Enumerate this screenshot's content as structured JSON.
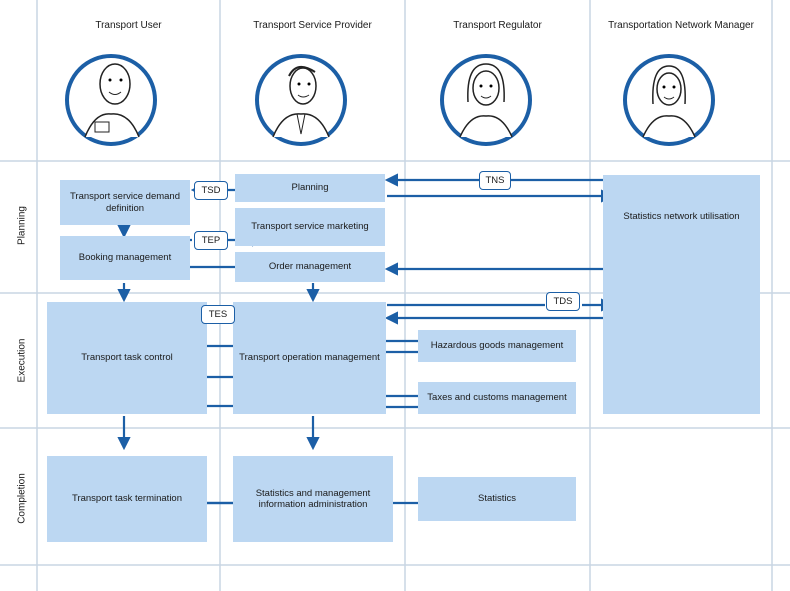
{
  "columns": [
    "Transport User",
    "Transport Service Provider",
    "Transport Regulator",
    "Transportation Network Manager"
  ],
  "rows": [
    "Planning",
    "Execution",
    "Completion"
  ],
  "boxes": {
    "demand_definition": "Transport service demand definition",
    "booking": "Booking management",
    "planning": "Planning",
    "marketing": "Transport service marketing",
    "order": "Order management",
    "statistics_network": "Statistics network utilisation",
    "task_control": "Transport task control",
    "operation": "Transport operation management",
    "hazardous": "Hazardous goods management",
    "taxes": "Taxes and customs management",
    "termination": "Transport task termination",
    "stats_admin": "Statistics and management information administration",
    "statistics": "Statistics"
  },
  "tags": {
    "tsd": "TSD",
    "tep": "TEP",
    "tns": "TNS",
    "tds": "TDS",
    "tes": "TES"
  },
  "colors": {
    "box": "#bcd7f2",
    "arrow": "#1c5fa6",
    "grid": "#c9d6e3"
  },
  "icons": [
    "transport-user-avatar",
    "service-provider-avatar",
    "regulator-avatar",
    "network-manager-avatar"
  ]
}
